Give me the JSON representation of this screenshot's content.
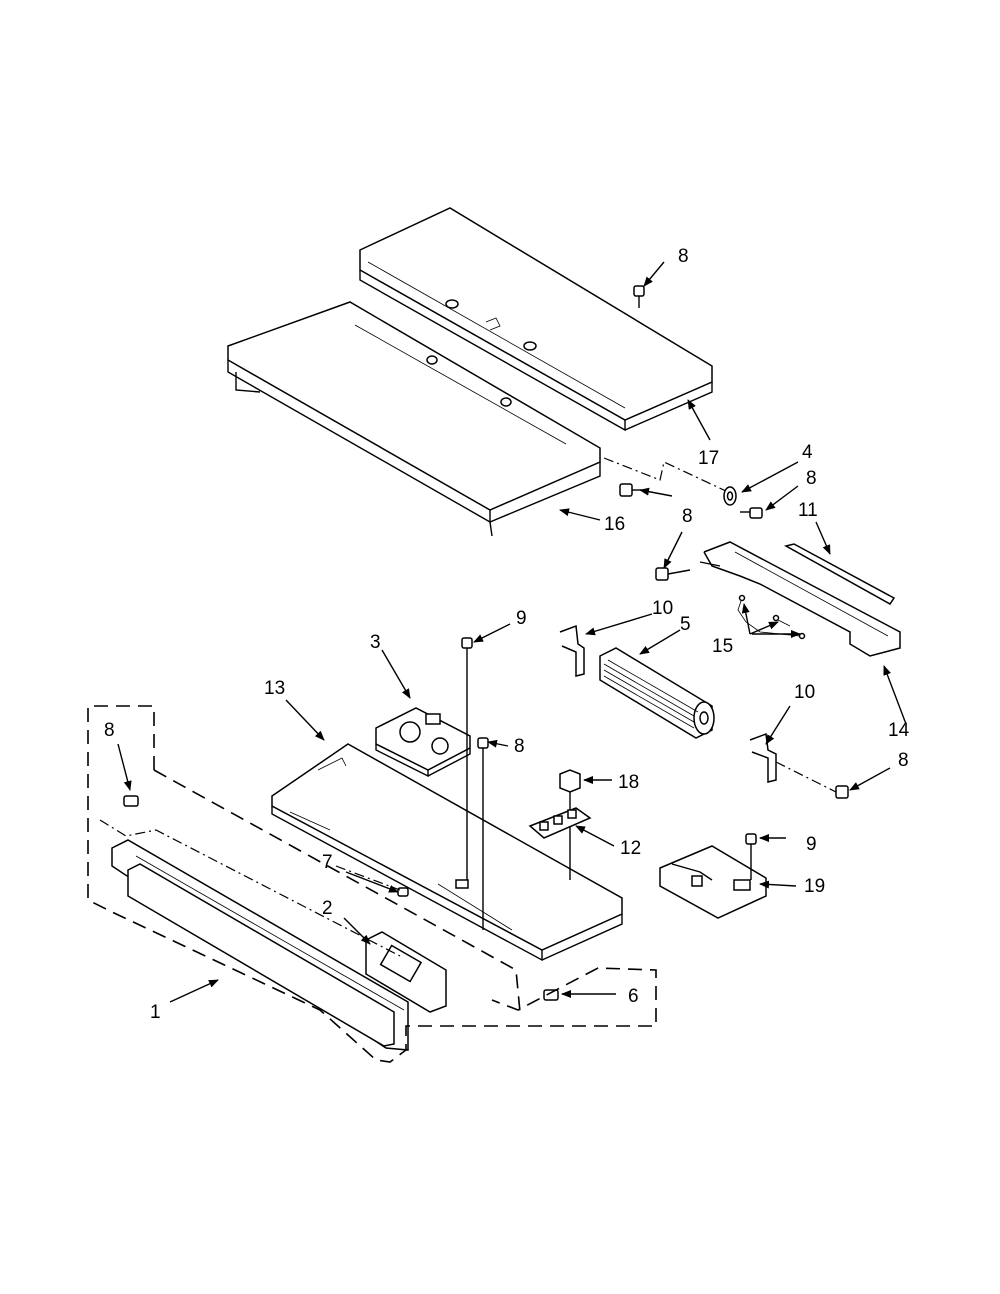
{
  "labels": {
    "l1": "1",
    "l2": "2",
    "l3": "3",
    "l4": "4",
    "l5": "5",
    "l6": "6",
    "l7": "7",
    "l8a": "8",
    "l8b": "8",
    "l8c": "8",
    "l8d": "8",
    "l8e": "8",
    "l8f": "8",
    "l9a": "9",
    "l9b": "9",
    "l10a": "10",
    "l10b": "10",
    "l11": "11",
    "l12": "12",
    "l13": "13",
    "l14": "14",
    "l15": "15",
    "l16": "16",
    "l17": "17",
    "l18": "18",
    "l19": "19"
  }
}
